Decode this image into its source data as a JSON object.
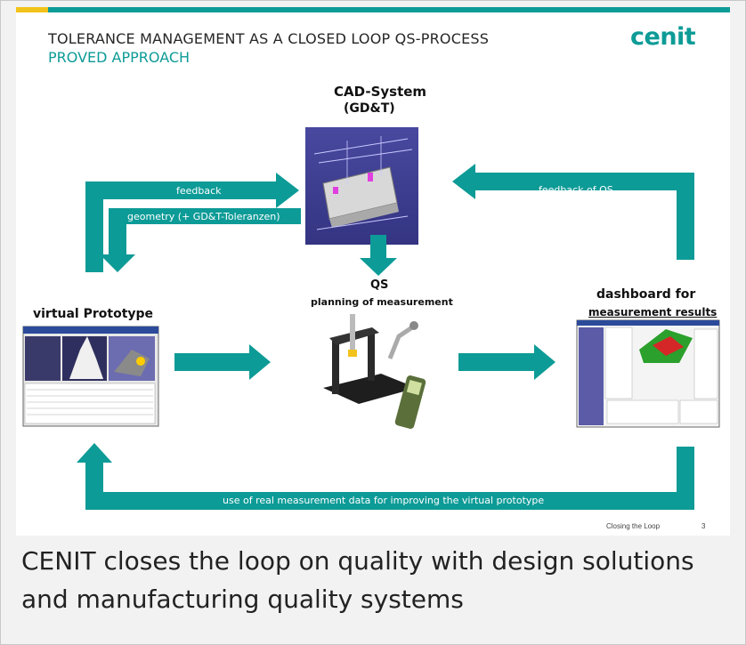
{
  "slide": {
    "title": "TOLERANCE MANAGEMENT AS A CLOSED LOOP QS-PROCESS",
    "subtitle": "PROVED APPROACH",
    "logo": "cenit",
    "footer_text": "Closing the Loop",
    "page_number": "3",
    "brand_color": "#0d9b97",
    "accent_color": "#f2c31a"
  },
  "nodes": {
    "cad_system": {
      "title": "CAD-System",
      "subtitle": "(GD&T)"
    },
    "virtual_prototype": {
      "title": "virtual Prototype"
    },
    "qs": {
      "title": "QS",
      "subtitle": "planning of measurement"
    },
    "dashboard": {
      "title": "dashboard for",
      "subtitle": "measurement results"
    }
  },
  "arrows": {
    "feedback": "feedback",
    "geometry": "geometry (+ GD&T-Toleranzen)",
    "feedback_qs": "feedback of QS",
    "real_data": "use of real measurement data for improving the virtual prototype"
  },
  "caption": "CENIT closes the loop on quality with design solutions and manufacturing quality systems"
}
